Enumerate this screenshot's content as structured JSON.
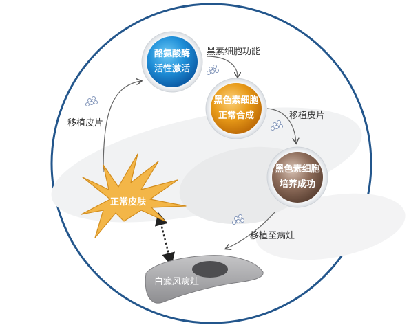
{
  "header_snippet": "",
  "nodes": {
    "enzyme": {
      "line1": "酪氨酸酶",
      "line2": "活性激活",
      "color": "#1a8fd6"
    },
    "melanin": {
      "line1": "黑色素细胞",
      "line2": "正常合成",
      "color": "#e39a18"
    },
    "culture": {
      "line1": "黑色素细胞",
      "line2": "培养成功",
      "color": "#8a6a58"
    }
  },
  "labels": {
    "melanocyte_function": "黑素细胞功能",
    "graft_left": "移植皮片",
    "graft_right": "移植皮片",
    "transplant_to_lesion": "移植至病灶",
    "normal_skin": "正常皮肤",
    "vitiligo_lesion": "白癜风病灶"
  },
  "colors": {
    "circle_stroke": "#23568c",
    "skin_cell": "#f2b443",
    "lesion": "#a9a9ab"
  }
}
